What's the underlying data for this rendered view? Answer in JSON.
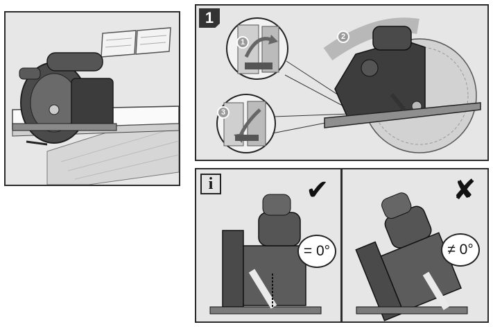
{
  "step_badge": "1",
  "info_badge": "i",
  "step_numbers": [
    "1",
    "2",
    "3"
  ],
  "angle_correct": "= 0°",
  "angle_incorrect": "≠ 0°",
  "correct_mark": "✔",
  "incorrect_mark": "✘",
  "icons": [
    "circular-saw",
    "wood-boards",
    "guide-rail",
    "bevel-lever",
    "check-mark",
    "cross-mark"
  ]
}
